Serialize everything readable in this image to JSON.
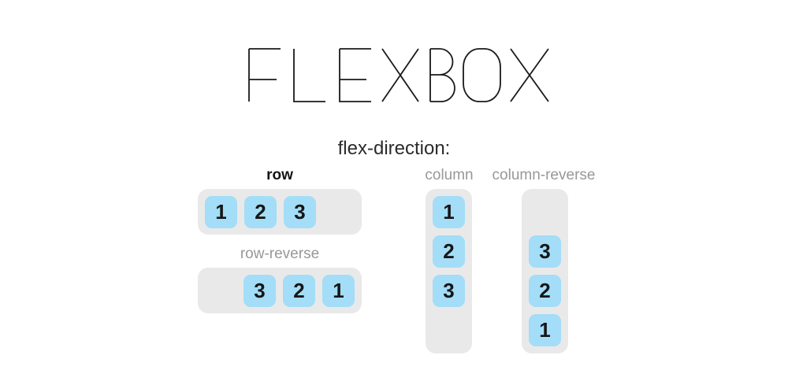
{
  "title": {
    "text": "FLEXBOX"
  },
  "subtitle": {
    "text": "flex-direction:"
  },
  "demos": {
    "row": {
      "label": "row",
      "direction": "row",
      "items": [
        "1",
        "2",
        "3"
      ]
    },
    "row_reverse": {
      "label": "row-reverse",
      "direction": "row-reverse",
      "items": [
        "1",
        "2",
        "3"
      ]
    },
    "column": {
      "label": "column",
      "direction": "column",
      "items": [
        "1",
        "2",
        "3"
      ]
    },
    "column_reverse": {
      "label": "column-reverse",
      "direction": "column-reverse",
      "items": [
        "1",
        "2",
        "3"
      ]
    }
  },
  "colors": {
    "background": "#ffffff",
    "tray": "#e9e9e9",
    "item": "#a3ddf8",
    "item_text": "#161616",
    "label_muted": "#989898",
    "label_strong": "#141414",
    "title_ink": "#1a1a1a"
  }
}
